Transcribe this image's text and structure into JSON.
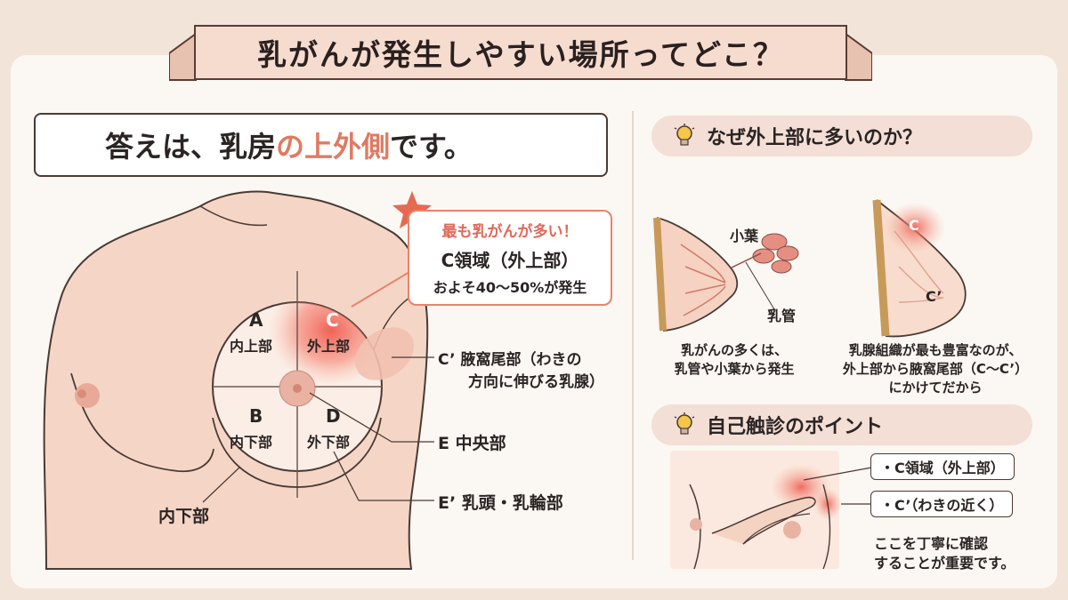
{
  "title": "乳がんが発生しやすい場所ってどこ？",
  "answer": {
    "pre": "答えは、乳房",
    "no": "の",
    "highlight": "上外側",
    "post": "です。"
  },
  "callout": {
    "headline": "最も乳がんが多い！",
    "region": "C領域（外上部）",
    "stat": "およそ40〜50%が発生"
  },
  "quadrants": {
    "a": {
      "letter": "A",
      "label": "内上部"
    },
    "b": {
      "letter": "B",
      "label": "内下部"
    },
    "c": {
      "letter": "C",
      "label": "外上部"
    },
    "d": {
      "letter": "D",
      "label": "外下部"
    }
  },
  "leaders": {
    "c_prime_1": "C’ 腋窩尾部（わきの",
    "c_prime_2": "方向に伸びる乳腺）",
    "e": "E 中央部",
    "e_prime": "E’ 乳頭・乳輪部",
    "inner_lower": "内下部"
  },
  "why": {
    "heading": "なぜ外上部に多いのか？",
    "lobule": "小葉",
    "duct": "乳管",
    "left_caption_1": "乳がんの多くは、",
    "left_caption_2": "乳管や小葉から発生",
    "c_mark": "C",
    "c_prime_mark": "C’",
    "right_caption_1": "乳腺組織が最も豊富なのが、",
    "right_caption_2": "外上部から腋窩尾部（C〜C’）",
    "right_caption_3": "にかけてだから"
  },
  "self_exam": {
    "heading": "自己触診のポイント",
    "point_1": "・C領域（外上部）",
    "point_2": "・C’（わきの近く）",
    "note_1": "ここを丁寧に確認",
    "note_2": "することが重要です。"
  },
  "icons": {
    "bulb": "lightbulb-icon",
    "star": "star-icon"
  },
  "colors": {
    "accent": "#e07a63",
    "skin": "#f3d3c3",
    "highlight": "#f07063",
    "card": "#fbf7f2"
  }
}
